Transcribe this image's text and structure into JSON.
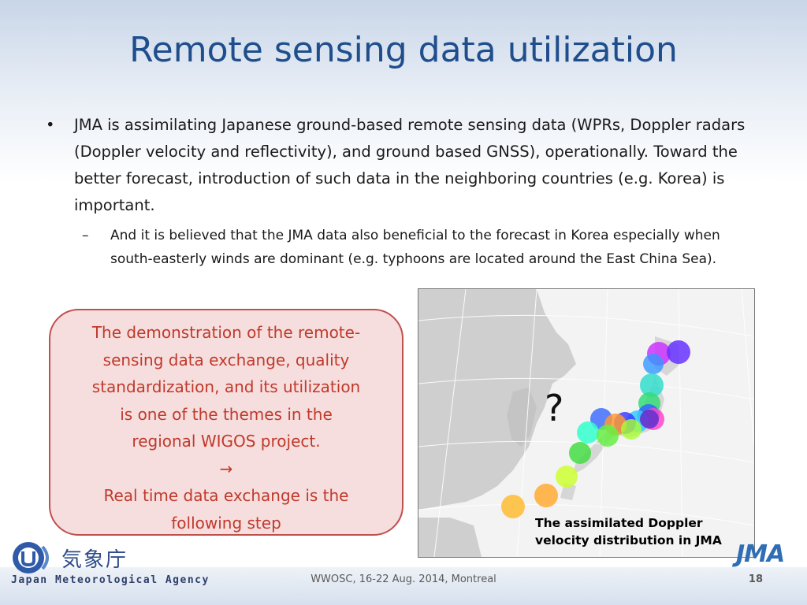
{
  "slide": {
    "title": "Remote sensing data utilization",
    "bullet1": {
      "marker": "•",
      "text": "JMA is assimilating Japanese ground-based remote sensing data (WPRs, Doppler radars (Doppler velocity and reflectivity), and ground based GNSS), operationally. Toward the better forecast, introduction of such data in the neighboring countries (e.g. Korea) is important."
    },
    "subbullet1": {
      "marker": "–",
      "text": "And it is believed that the JMA data also beneficial to the forecast in Korea especially when south-easterly winds are dominant (e.g. typhoons are located around the East China Sea)."
    },
    "callout": {
      "line1": "The demonstration of the remote-",
      "line2": "sensing data exchange, quality",
      "line3": "standardization, and its utilization",
      "line4": "is one of the themes in the",
      "line5": "regional WIGOS project.",
      "arrow": "→",
      "line6": "Real time data exchange is the",
      "line7": "following step"
    },
    "map": {
      "question_mark": "?",
      "caption_line1": "The assimilated Doppler",
      "caption_line2": "velocity distribution in JMA"
    },
    "footer": {
      "text": "WWOSC, 16-22 Aug. 2014, Montreal",
      "page_number": "18"
    },
    "logo": {
      "kanji": "気象庁",
      "agency": "Japan Meteorological Agency",
      "jma_mark": "JMA"
    }
  },
  "colors": {
    "title": "#1f4e8c",
    "callout_text": "#c0392b",
    "callout_border": "#c0504d",
    "callout_fill": "#f6dede"
  }
}
